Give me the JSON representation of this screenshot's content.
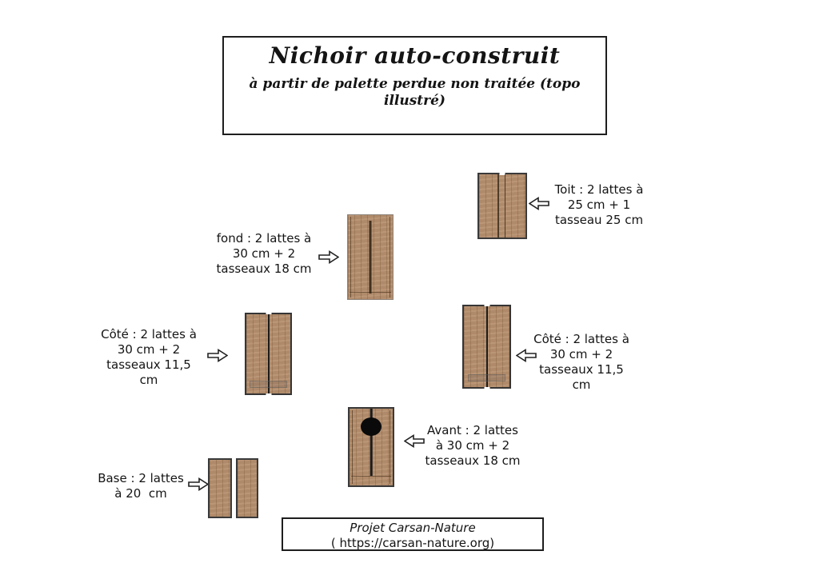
{
  "title_box": {
    "title": "Nichoir auto-construit",
    "subtitle": "à partir de palette perdue non traitée (topo\nillustré)"
  },
  "parts": {
    "toit": {
      "label": "Toit : 2 lattes à\n25 cm + 1\ntasseau 25 cm",
      "arrow": "left"
    },
    "fond": {
      "label": "fond : 2 lattes à\n30 cm + 2\ntasseaux 18 cm",
      "arrow": "right"
    },
    "cote_gauche": {
      "label": "Côté : 2 lattes à\n30 cm + 2\ntasseaux 11,5\ncm",
      "arrow": "right"
    },
    "cote_droit": {
      "label": "Côté : 2 lattes à\n30 cm + 2\ntasseaux 11,5\ncm",
      "arrow": "left"
    },
    "avant": {
      "label": "Avant : 2 lattes\nà 30 cm + 2\ntasseaux 18 cm",
      "arrow": "left"
    },
    "base": {
      "label": "Base : 2 lattes\nà 20  cm",
      "arrow": "right"
    }
  },
  "footer": {
    "line1": "Projet Carsan-Nature",
    "line2": "( https://carsan-nature.org)"
  },
  "colors": {
    "background": "#ffffff",
    "wood": "#b58e6d",
    "wood_grain": "#8f6b4d",
    "outline": "#3a3a3a",
    "seam": "#1c1c1c",
    "groove": "#40301f",
    "hole": "#0a0a0a",
    "text": "#141414",
    "border": "#1e1e1e"
  }
}
